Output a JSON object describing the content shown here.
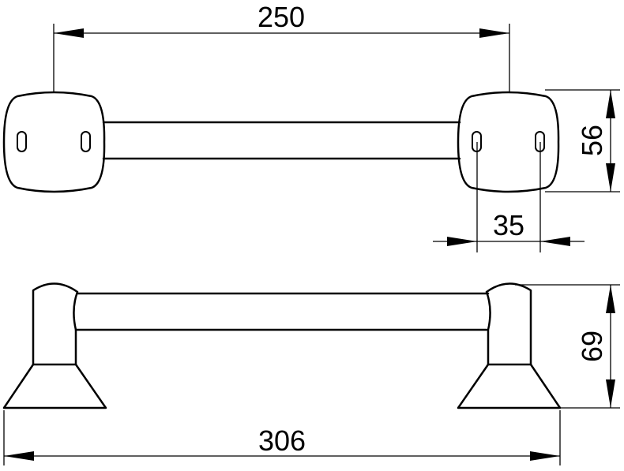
{
  "dimensions": {
    "top_width": "250",
    "height_plate": "56",
    "hole_spacing": "35",
    "height_side": "69",
    "overall_width": "306"
  }
}
